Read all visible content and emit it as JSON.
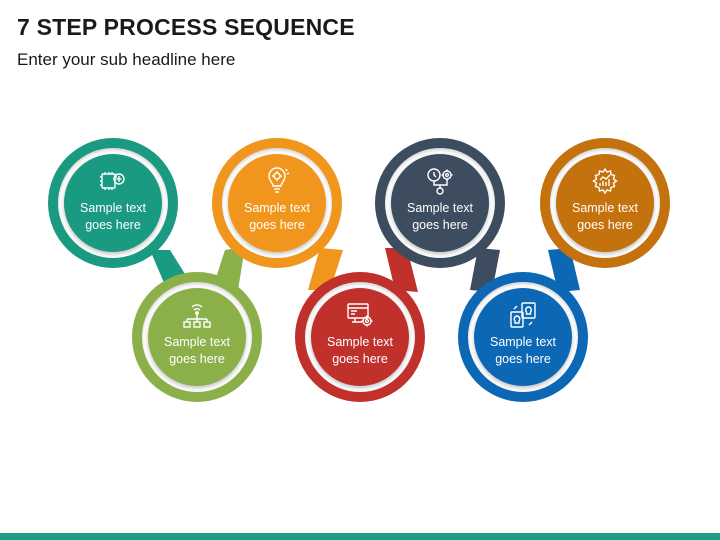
{
  "title": "7 STEP PROCESS SEQUENCE",
  "subtitle": "Enter your sub headline here",
  "steps": [
    {
      "label": "Sample text goes here",
      "color": "#1a9a80",
      "icon": "cpu-brain-icon"
    },
    {
      "label": "Sample text goes here",
      "color": "#8bb04a",
      "icon": "network-signal-icon"
    },
    {
      "label": "Sample text goes here",
      "color": "#f0961c",
      "icon": "lightbulb-gear-icon"
    },
    {
      "label": "Sample text goes here",
      "color": "#c0312b",
      "icon": "monitor-gear-icon"
    },
    {
      "label": "Sample text goes here",
      "color": "#3d4c5e",
      "icon": "clock-gear-icon"
    },
    {
      "label": "Sample text goes here",
      "color": "#0c67b5",
      "icon": "idea-devices-icon"
    },
    {
      "label": "Sample text goes here",
      "color": "#c4720e",
      "icon": "gear-chart-icon"
    }
  ],
  "colors": {
    "footer_bar": "#1e9e87"
  }
}
